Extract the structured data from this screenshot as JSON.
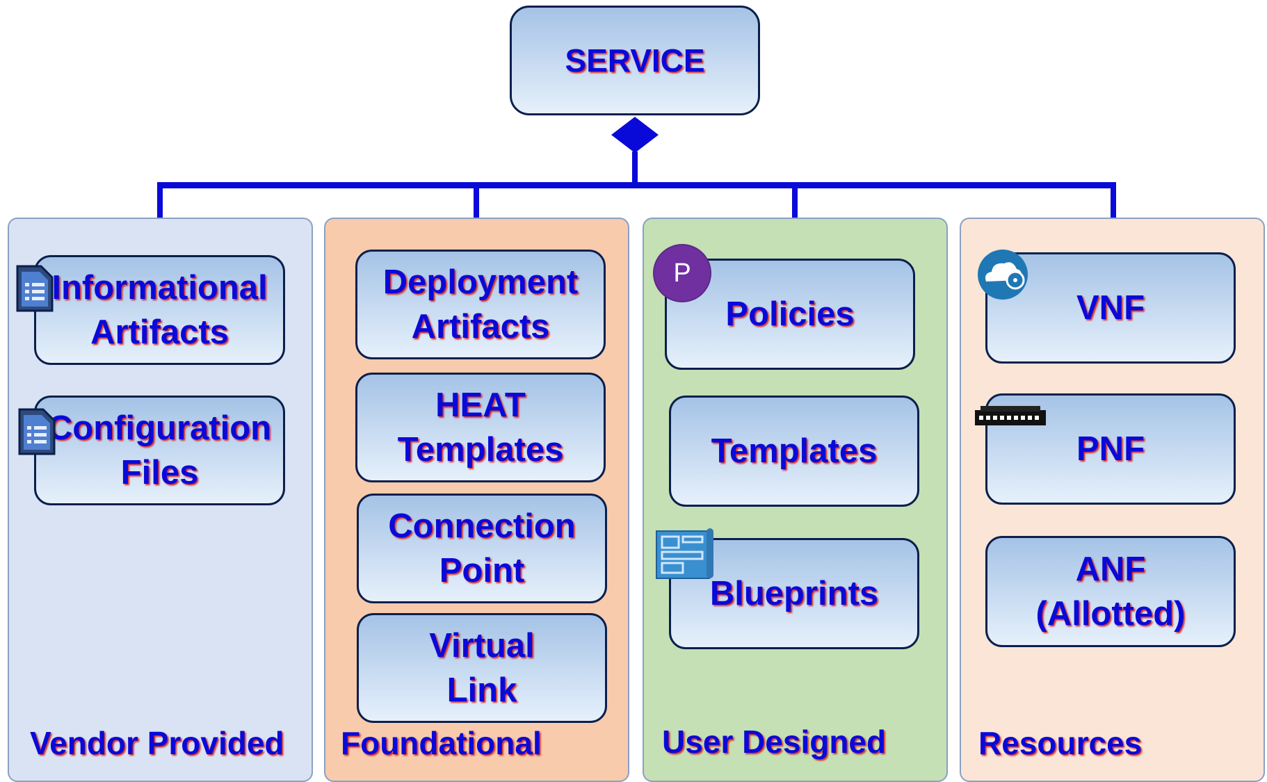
{
  "root": {
    "label": "SERVICE"
  },
  "panels": {
    "vendor": {
      "label": "Vendor Provided",
      "color": "#dae3f3"
    },
    "foundational": {
      "label": "Foundational",
      "color": "#f8cbad"
    },
    "user": {
      "label": "User Designed",
      "color": "#c5e0b4"
    },
    "resources": {
      "label": "Resources",
      "color": "#fbe5d6"
    }
  },
  "nodes": {
    "informational_artifacts": "Informational\nArtifacts",
    "configuration_files": "Configuration\nFiles",
    "deployment_artifacts": "Deployment\nArtifacts",
    "heat_templates": "HEAT\nTemplates",
    "connection_point": "Connection\nPoint",
    "virtual_link": "Virtual\nLink",
    "policies": "Policies",
    "templates": "Templates",
    "blueprints": "Blueprints",
    "vnf": "VNF",
    "pnf": "PNF",
    "anf": "ANF\n(Allotted)"
  },
  "icons": {
    "policy_badge_letter": "P",
    "document_icon": "document-list-icon",
    "cloud_icon": "cloud-disk-icon",
    "switch_icon": "network-switch-icon",
    "blueprint_icon": "blueprint-scroll-icon"
  },
  "colors": {
    "text": "#0a0ad8",
    "text_shadow": "#d22a2a",
    "connector": "#0a0ad8",
    "node_border": "#0b1f4d",
    "policy_badge": "#7030a0"
  }
}
